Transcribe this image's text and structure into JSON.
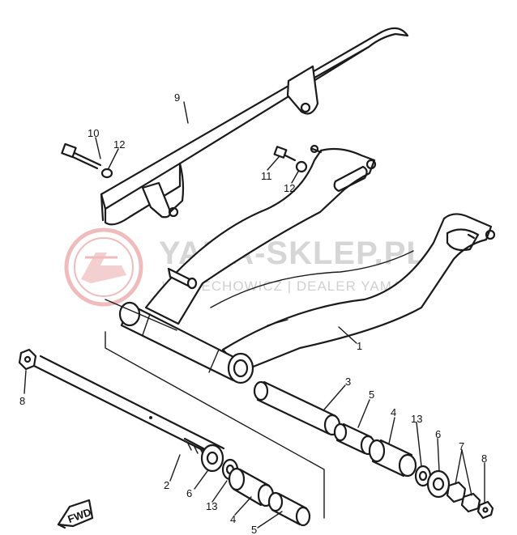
{
  "watermark": {
    "title": "YAMA-SKLEP.PL",
    "subtitle": "W. MIECHOWICZ | DEALER YAMAHA",
    "logo_color": "#e8a0a0"
  },
  "fwd_label": "FWD",
  "callouts": {
    "c1": "1",
    "c2": "2",
    "c3": "3",
    "c4a": "4",
    "c4b": "4",
    "c5a": "5",
    "c5b": "5",
    "c6a": "6",
    "c6b": "6",
    "c7": "7",
    "c8a": "8",
    "c8b": "8",
    "c9": "9",
    "c10": "10",
    "c11": "11",
    "c12a": "12",
    "c12b": "12",
    "c13a": "13",
    "c13b": "13"
  }
}
